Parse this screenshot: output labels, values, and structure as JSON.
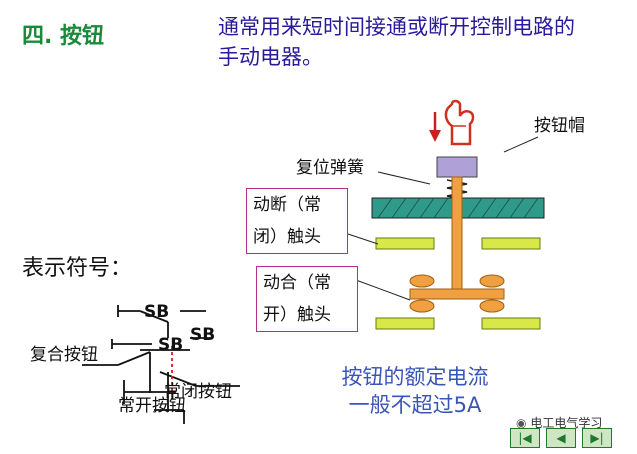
{
  "title": "四. 按钮",
  "subtitle": "通常用来短时间接通或断开控制电路的手动电器。",
  "labels": {
    "cap": "按钮帽",
    "spring": "复位弹簧",
    "nc_contact": [
      "动断（常",
      "闭）触头"
    ],
    "no_contact": [
      "动合（常",
      "开）触头"
    ],
    "symbols_heading": "表示符号：",
    "sb1": "SB",
    "sb2": "SB",
    "sb3": "SB",
    "composite": "复合按钮",
    "normally_open": "常开按钮",
    "normally_closed": "常闭按钮",
    "rating": [
      "按钮的额定电流",
      "一般不超过5A"
    ],
    "watermark": "电工电气学习"
  },
  "nav_buttons": [
    {
      "icon": "first-icon",
      "glyph": "|◀"
    },
    {
      "icon": "prev-icon",
      "glyph": "◀"
    },
    {
      "icon": "next-icon",
      "glyph": "▶|"
    }
  ],
  "colors": {
    "title": "#1a8a3a",
    "subtitle": "#2a1a9a",
    "rating": "#3a55b8",
    "plate": "#2f9a8a",
    "contact": "#d8e848",
    "stem": "#f0a040",
    "cap": "#b0a0d8",
    "label_border": "#b0308a"
  }
}
